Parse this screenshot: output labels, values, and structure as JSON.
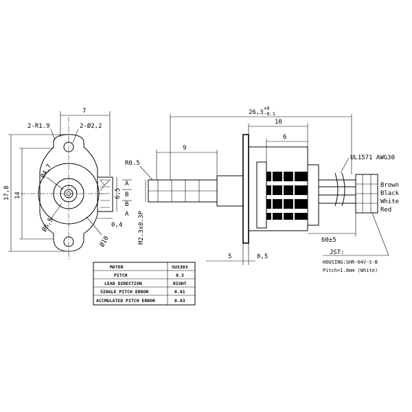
{
  "front_view": {
    "dim_width": "7",
    "dim_ear_radius": "2-R1.9",
    "dim_holes": "2-Ø2,2",
    "dim_height_total": "17,8",
    "dim_height_body": "14",
    "dim_boss": "Ø4,7",
    "dim_body_dia": "Ø6,5",
    "dim_outer_dia": "Ø10",
    "dim_terminal_span": "6,5",
    "dim_terminal_gap": "0,4",
    "phase_labels": [
      "A",
      "B",
      "B",
      "A"
    ]
  },
  "side_view": {
    "dim_overall": "26,3",
    "dim_overall_tol_upper": "+0",
    "dim_overall_tol_lower": "-0.1",
    "dim_body_len": "10",
    "dim_coil_len": "6",
    "dim_shaft_len": "9",
    "dim_radius": "R0.5",
    "dim_thread": "M2.3x0.3P",
    "dim_flange_len": "5",
    "dim_flange_thk": "0,5",
    "dim_lead_len": "60±5",
    "cable_spec": "UL1571 AWG30",
    "wire_colors": [
      "Brown",
      "Black",
      "White",
      "Red"
    ]
  },
  "connector": {
    "title": "JST:",
    "housing": "HOUSING:SHR-04V-S-B",
    "pitch": "Pitch=1.0mm (White)"
  },
  "spec_table": {
    "rows": [
      {
        "label": "MATER",
        "value": "SUS303"
      },
      {
        "label": "PITCH",
        "value": "0.3"
      },
      {
        "label": "LEAD DIRECTION",
        "value": "RIGHT"
      },
      {
        "label": "SINGLE PITCH ERROR",
        "value": "0.01"
      },
      {
        "label": "ACCMULATED PITCH ERROR",
        "value": "0.03"
      }
    ]
  }
}
